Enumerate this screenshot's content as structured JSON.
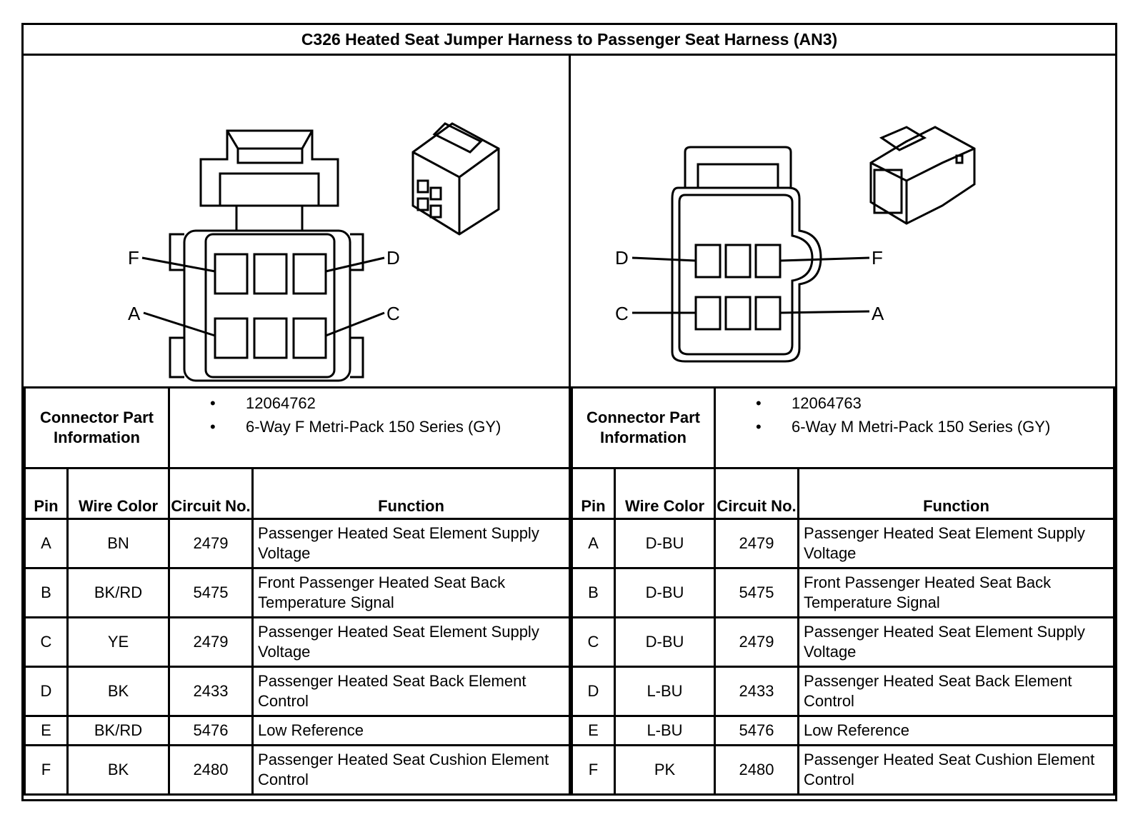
{
  "title": "C326 Heated Seat Jumper Harness to Passenger Seat Harness (AN3)",
  "connectors": [
    {
      "part_label": "Connector Part Information",
      "part_info": [
        "12064762",
        "6-Way F Metri-Pack 150 Series (GY)"
      ],
      "diagram_labels": [
        "F",
        "D",
        "A",
        "C"
      ],
      "headers": {
        "pin": "Pin",
        "wire_color": "Wire Color",
        "circuit": "Circuit No.",
        "function": "Function"
      },
      "rows": [
        {
          "pin": "A",
          "wire_color": "BN",
          "circuit": "2479",
          "function": "Passenger Heated Seat Element Supply Voltage"
        },
        {
          "pin": "B",
          "wire_color": "BK/RD",
          "circuit": "5475",
          "function": "Front Passenger Heated Seat Back Temperature Signal"
        },
        {
          "pin": "C",
          "wire_color": "YE",
          "circuit": "2479",
          "function": "Passenger Heated Seat Element Supply Voltage"
        },
        {
          "pin": "D",
          "wire_color": "BK",
          "circuit": "2433",
          "function": "Passenger Heated Seat Back Element Control"
        },
        {
          "pin": "E",
          "wire_color": "BK/RD",
          "circuit": "5476",
          "function": "Low Reference"
        },
        {
          "pin": "F",
          "wire_color": "BK",
          "circuit": "2480",
          "function": "Passenger Heated Seat Cushion Element Control"
        }
      ]
    },
    {
      "part_label": "Connector Part Information",
      "part_info": [
        "12064763",
        "6-Way M Metri-Pack 150 Series (GY)"
      ],
      "diagram_labels": [
        "D",
        "F",
        "C",
        "A"
      ],
      "headers": {
        "pin": "Pin",
        "wire_color": "Wire Color",
        "circuit": "Circuit No.",
        "function": "Function"
      },
      "rows": [
        {
          "pin": "A",
          "wire_color": "D-BU",
          "circuit": "2479",
          "function": "Passenger Heated Seat Element Supply Voltage"
        },
        {
          "pin": "B",
          "wire_color": "D-BU",
          "circuit": "5475",
          "function": "Front Passenger Heated Seat Back Temperature Signal"
        },
        {
          "pin": "C",
          "wire_color": "D-BU",
          "circuit": "2479",
          "function": "Passenger Heated Seat Element Supply Voltage"
        },
        {
          "pin": "D",
          "wire_color": "L-BU",
          "circuit": "2433",
          "function": "Passenger Heated Seat Back Element Control"
        },
        {
          "pin": "E",
          "wire_color": "L-BU",
          "circuit": "5476",
          "function": "Low Reference"
        },
        {
          "pin": "F",
          "wire_color": "PK",
          "circuit": "2480",
          "function": "Passenger Heated Seat Cushion Element Control"
        }
      ]
    }
  ]
}
